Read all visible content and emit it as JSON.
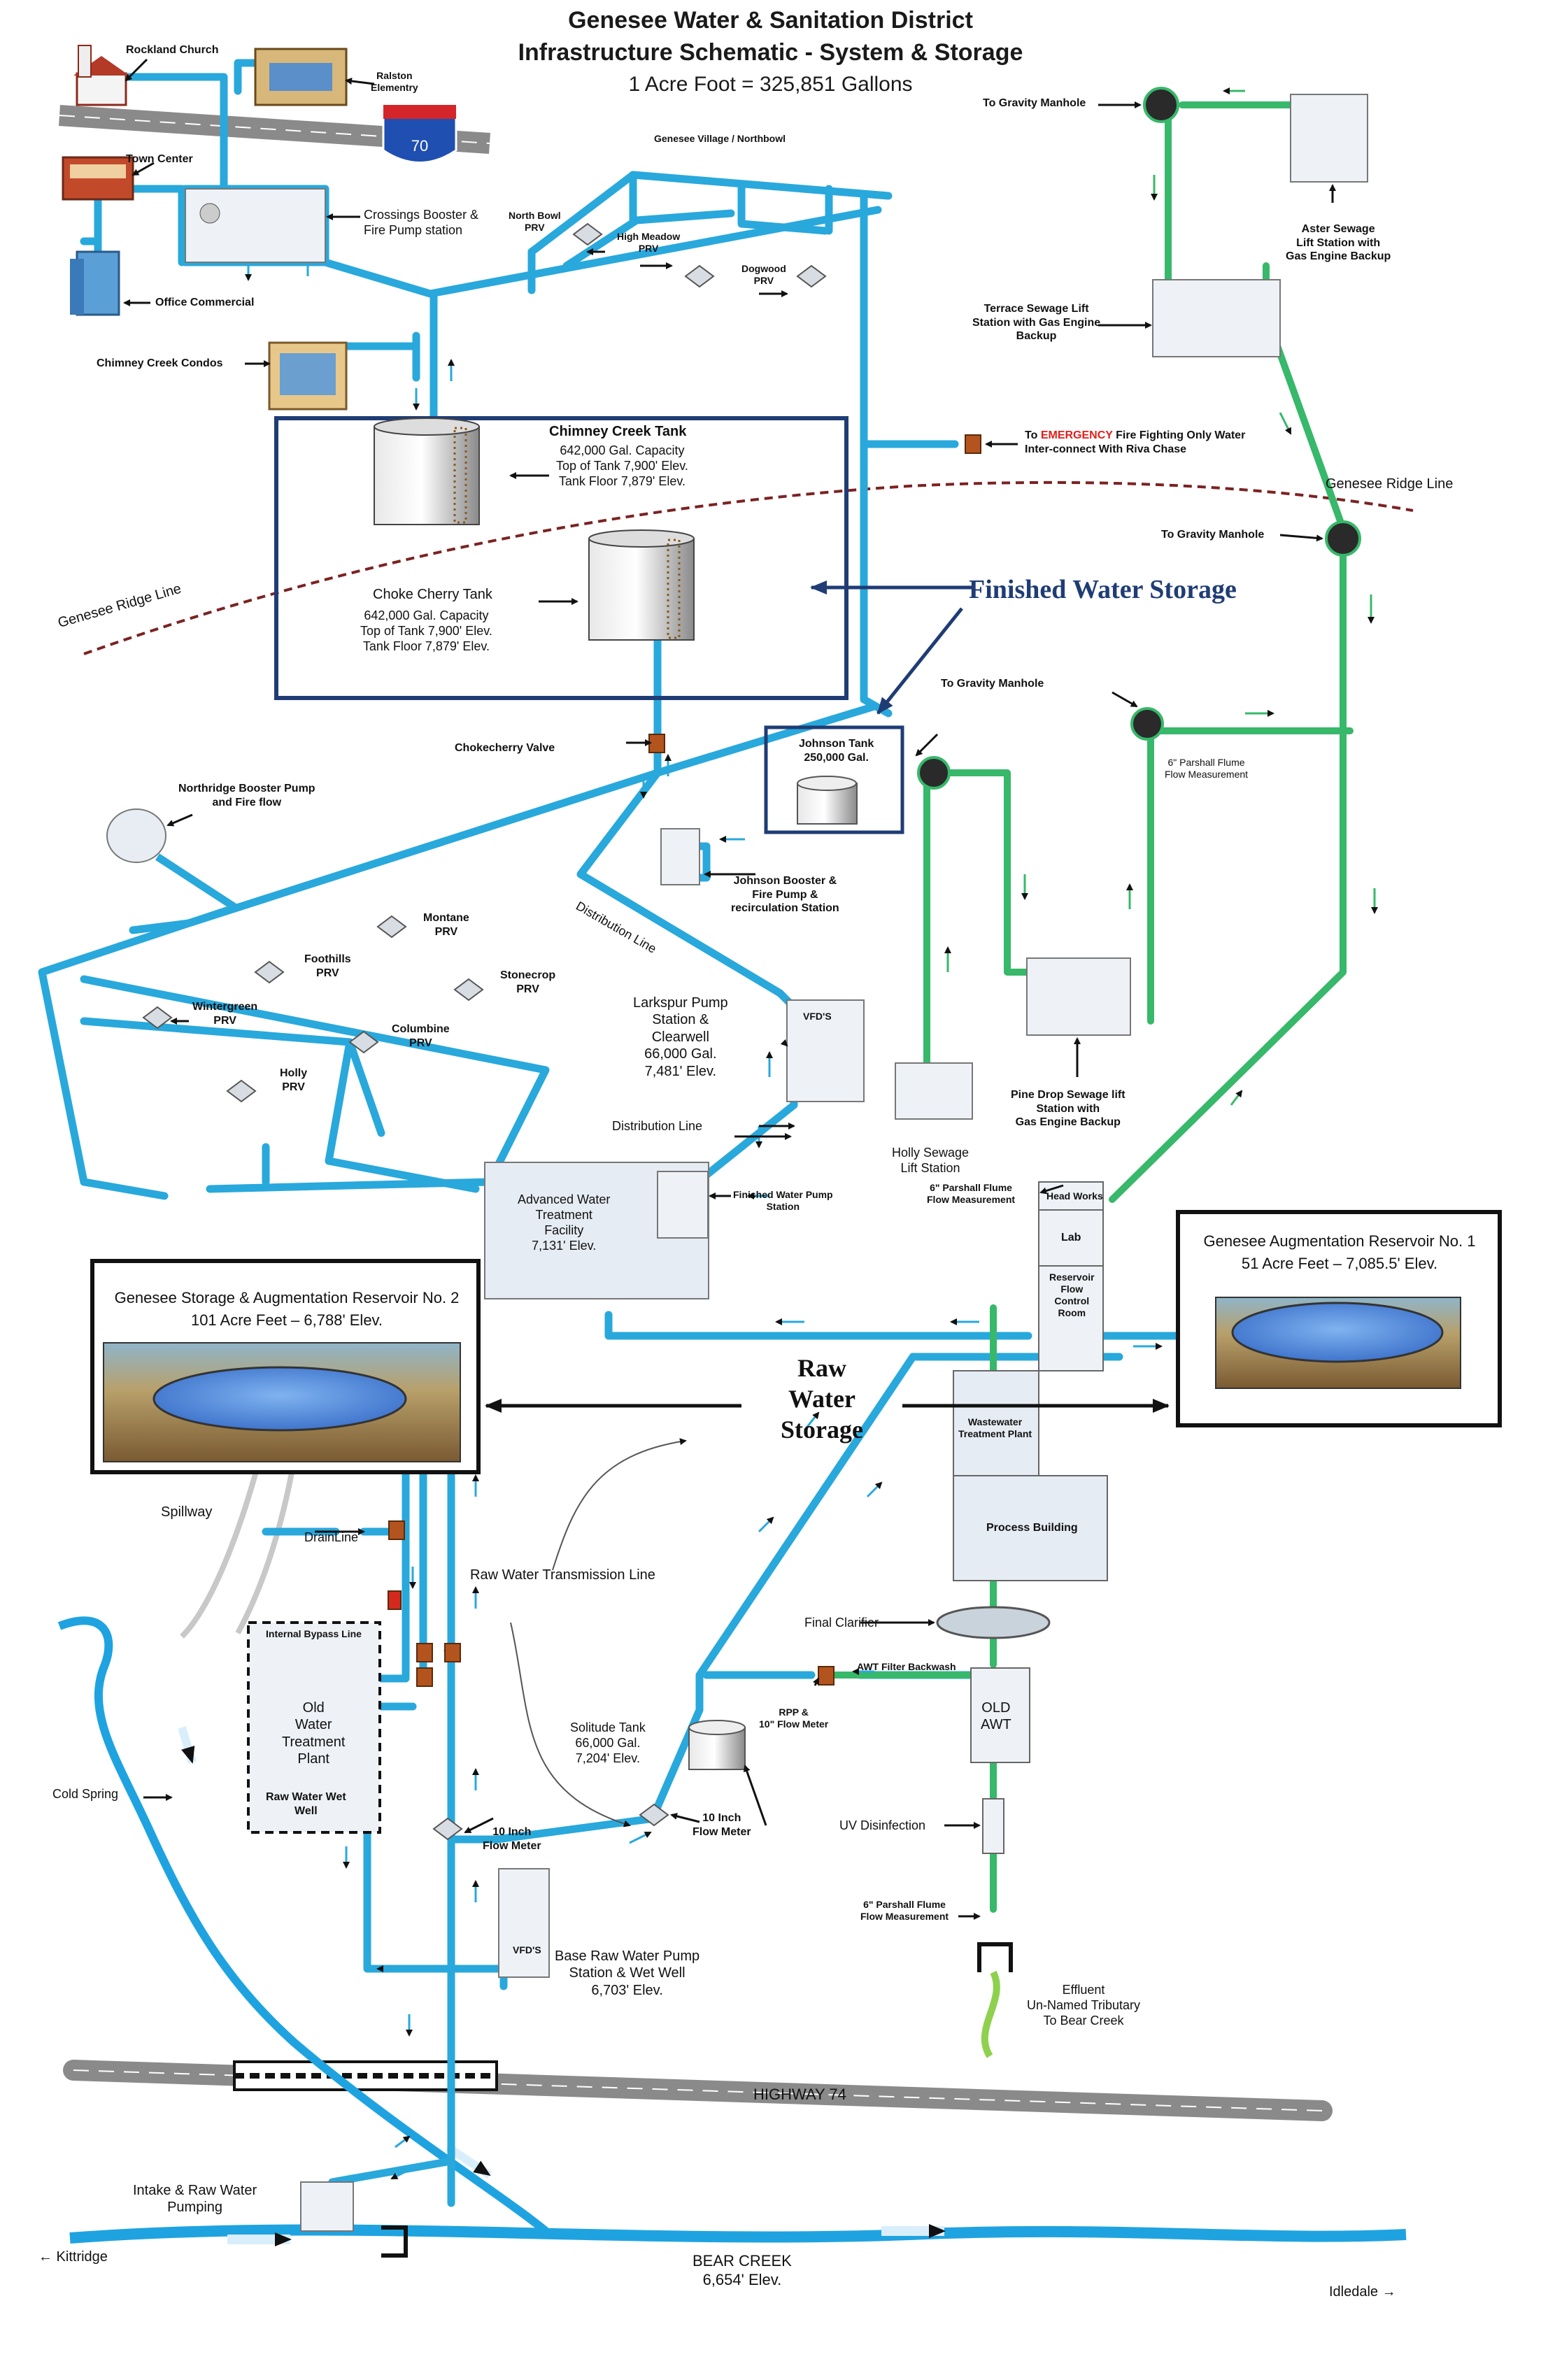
{
  "title": {
    "line1": "Genesee Water & Sanitation District",
    "line2": "Infrastructure Schematic - System & Storage",
    "line3": "1 Acre Foot = 325,851 Gallons"
  },
  "colors": {
    "water_pipe": "#29a8dc",
    "water_pipe_dark": "#1679a8",
    "sewer_pipe": "#37b86a",
    "sewer_pipe_dark": "#1f7a43",
    "storage_box": "#1f3c75",
    "emergency": "#e0201b",
    "highway": "#9a9a9a",
    "creek": "#1fa3e0",
    "ridge_line": "#7b2222"
  },
  "labels": {
    "rockland_church": "Rockland Church",
    "ralston": "Ralston\nElementry",
    "interstate": "70",
    "town_center": "Town Center",
    "office_commercial": "Office Commercial",
    "crossings": "Crossings Booster &\nFire Pump station",
    "chimney_creek_condos": "Chimney Creek Condos",
    "genesee_village": "Genesee Village / Northbowl",
    "north_bowl_prv": "North Bowl\nPRV",
    "high_meadow_prv": "High Meadow\nPRV",
    "dogwood_prv": "Dogwood\nPRV",
    "chimney_creek_tank": "Chimney Creek Tank",
    "chimney_creek_tank_detail": "642,000 Gal. Capacity\nTop of Tank 7,900' Elev.\nTank Floor 7,879' Elev.",
    "choke_cherry_tank": "Choke Cherry Tank",
    "choke_cherry_tank_detail": "642,000 Gal. Capacity\nTop of Tank 7,900' Elev.\nTank Floor 7,879' Elev.",
    "finished_water_storage": "Finished Water Storage",
    "genesee_ridge_line_left": "Genesee Ridge Line",
    "genesee_ridge_line_right": "Genesee Ridge Line",
    "emergency_prefix": "To ",
    "emergency_word": "EMERGENCY",
    "emergency_suffix": " Fire Fighting Only Water\nInter-connect With Riva Chase",
    "chokecherry_valve": "Chokecherry Valve",
    "johnson_tank": "Johnson Tank\n250,000 Gal.",
    "northridge": "Northridge Booster Pump\nand Fire flow",
    "johnson_booster": "Johnson Booster &\nFire Pump &\nrecirculation Station",
    "distribution_line_diag": "Distribution Line",
    "montane_prv": "Montane\nPRV",
    "foothills_prv": "Foothills\nPRV",
    "stonecrop_prv": "Stonecrop\nPRV",
    "wintergreen_prv": "Wintergreen\nPRV",
    "columbine_prv": "Columbine\nPRV",
    "holly_prv": "Holly\nPRV",
    "larkspur": "Larkspur Pump\nStation &\nClearwell\n66,000 Gal.\n7,481' Elev.",
    "distribution_line": "Distribution Line",
    "advanced_wtf": "Advanced Water\nTreatment\nFacility\n7,131' Elev.",
    "finished_water_pump": "Finished Water Pump\nStation",
    "to_gravity_manhole_1": "To Gravity Manhole",
    "to_gravity_manhole_2": "To Gravity Manhole",
    "to_gravity_manhole_3": "To Gravity Manhole",
    "aster_sewage": "Aster Sewage\nLift Station with\nGas Engine Backup",
    "terrace_sewage": "Terrace Sewage Lift\nStation with Gas Engine\nBackup",
    "parshall_top": "6\" Parshall Flume\nFlow Measurement",
    "pine_drop": "Pine Drop Sewage lift\nStation with\nGas Engine Backup",
    "holly_sewage": "Holly Sewage\nLift Station",
    "parshall_mid": "6\" Parshall Flume\nFlow Measurement",
    "head_works": "Head Works",
    "lab": "Lab",
    "reservoir_flow_control": "Reservoir\nFlow\nControl\nRoom",
    "wastewater_plant": "Wastewater\nTreatment Plant",
    "process_building": "Process Building",
    "augmentation_1_title": "Genesee Augmentation Reservoir No. 1",
    "augmentation_1_detail": "51 Acre Feet – 7,085.5' Elev.",
    "augmentation_2_title": "Genesee Storage & Augmentation Reservoir No. 2",
    "augmentation_2_detail": "101 Acre Feet – 6,788' Elev.",
    "raw_water_storage": "Raw\nWater\nStorage",
    "spillway": "Spillway",
    "drainline": "DrainLine",
    "raw_transmission": "Raw Water Transmission Line",
    "internal_bypass": "Internal Bypass Line",
    "old_wtp": "Old\nWater\nTreatment\nPlant",
    "raw_wet_well": "Raw Water Wet\nWell",
    "final_clarifier": "Final Clarifier",
    "awt_backwash": "AWT Filter Backwash",
    "rpp_meter": "RPP &\n10\" Flow Meter",
    "old_awt": "OLD\nAWT",
    "solitude_tank": "Solitude Tank\n66,000 Gal.\n7,204' Elev.",
    "cold_spring": "Cold Spring",
    "flow_meter_left": "10 Inch\nFlow Meter",
    "flow_meter_right": "10 Inch\nFlow Meter",
    "uv": "UV Disinfection",
    "parshall_bottom": "6\" Parshall Flume\nFlow Measurement",
    "effluent": "Effluent\nUn-Named Tributary\nTo Bear Creek",
    "vfds_base": "VFD'S",
    "vfds_larkspur": "VFD'S",
    "base_raw_pump": "Base Raw Water Pump\nStation & Wet Well\n6,703' Elev.",
    "highway_74": "HIGHWAY 74",
    "intake": "Intake & Raw Water\nPumping",
    "bear_creek": "BEAR CREEK\n6,654' Elev.",
    "kittridge": "← Kittridge",
    "idledale": "Idledale →"
  }
}
